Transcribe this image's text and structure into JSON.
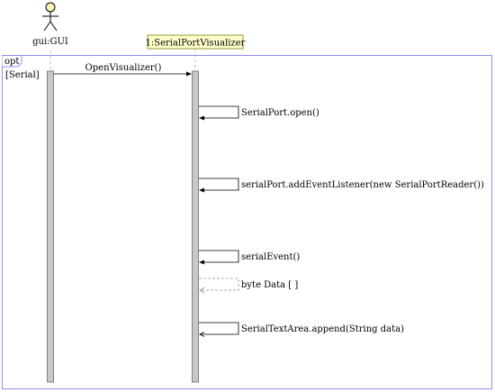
{
  "participants": [
    {
      "key": "gui",
      "label": "gui:GUI",
      "kind": "actor"
    },
    {
      "key": "viz",
      "label": "1:SerialPortVisualizer",
      "kind": "object"
    }
  ],
  "fragment": {
    "operator": "opt",
    "guard": "[Serial]"
  },
  "messages": [
    {
      "label": "OpenVisualizer()",
      "from": "gui",
      "to": "viz",
      "style": "sync"
    },
    {
      "label": "SerialPort.open()",
      "from": "viz",
      "to": "viz",
      "style": "self"
    },
    {
      "label": "serialPort.addEventListener(new SerialPortReader())",
      "from": "viz",
      "to": "viz",
      "style": "self"
    },
    {
      "label": "serialEvent()",
      "from": "viz",
      "to": "viz",
      "style": "self"
    },
    {
      "label": "byte Data [ ]",
      "from": "viz",
      "to": "viz",
      "style": "self-return"
    },
    {
      "label": "SerialTextArea.append(String data)",
      "from": "viz",
      "to": "viz",
      "style": "self-async"
    }
  ],
  "colors": {
    "frame": "#8f8fe8",
    "object_fill": "#ffffcc",
    "object_stroke": "#999933",
    "actor_fill": "#fff3c0",
    "activation_fill": "#c8c8c8",
    "activation_stroke": "#808080",
    "lifeline": "#b8b8e8",
    "return": "#909090"
  }
}
